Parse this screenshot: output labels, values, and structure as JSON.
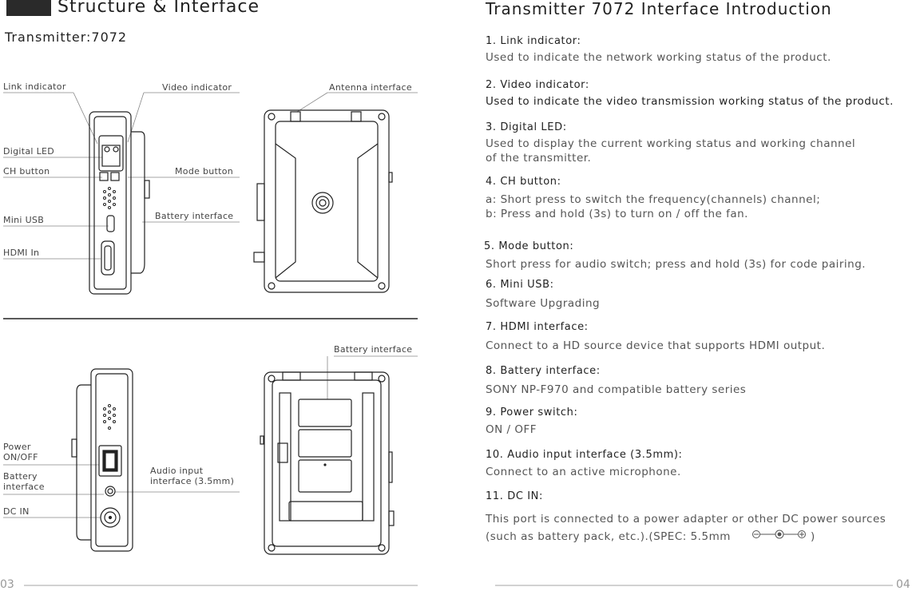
{
  "left": {
    "header": "Structure & Interface",
    "subtitle": "Transmitter:7072",
    "labels": {
      "link_indicator": "Link indicator",
      "video_indicator": "Video indicator",
      "antenna_interface": "Antenna interface",
      "digital_led": "Digital LED",
      "ch_button": "CH button",
      "mode_button": "Mode button",
      "mini_usb": "Mini USB",
      "battery_interface_top": "Battery interface",
      "hdmi_in": "HDMI In",
      "battery_interface_right": "Battery interface",
      "power_switch": "Power\nON/OFF",
      "battery_interface_left": "Battery\ninterface",
      "audio_input": "Audio input\ninterface (3.5mm)",
      "dc_in": "DC IN"
    },
    "page_number": "03"
  },
  "right": {
    "title": "Transmitter 7072 Interface Introduction",
    "sections": [
      {
        "title": "1. Link indicator:",
        "body": [
          "Used to indicate the network working status of the product."
        ]
      },
      {
        "title": "2. Video indicator:",
        "body": [
          "Used to indicate the video transmission working status of the product."
        ]
      },
      {
        "title": "3. Digital LED:",
        "body": [
          "Used to display the current working status and working channel",
          "of the transmitter."
        ]
      },
      {
        "title": "4. CH button:",
        "body": [
          "a: Short press to switch the frequency(channels) channel;",
          "b: Press and hold (3s) to turn on / off the fan."
        ]
      },
      {
        "title": "5. Mode button:",
        "body": [
          "Short press for audio switch; press and hold (3s) for code pairing."
        ]
      },
      {
        "title": "6. Mini USB:",
        "body": [
          "Software Upgrading"
        ]
      },
      {
        "title": "7. HDMI interface:",
        "body": [
          "Connect to a HD source device that supports HDMI output."
        ]
      },
      {
        "title": "8. Battery interface:",
        "body": [
          "SONY NP-F970 and compatible battery series"
        ]
      },
      {
        "title": "9. Power switch:",
        "body": [
          "ON / OFF"
        ]
      },
      {
        "title": "10. Audio input interface (3.5mm):",
        "body": [
          "Connect to an active microphone."
        ]
      },
      {
        "title": "11. DC IN:",
        "body": [
          "This port is connected to a power adapter or other DC power sources",
          "(such as battery pack, etc.).(SPEC: 5.5mm"
        ]
      }
    ],
    "spec_suffix": ")",
    "page_number": "04"
  }
}
